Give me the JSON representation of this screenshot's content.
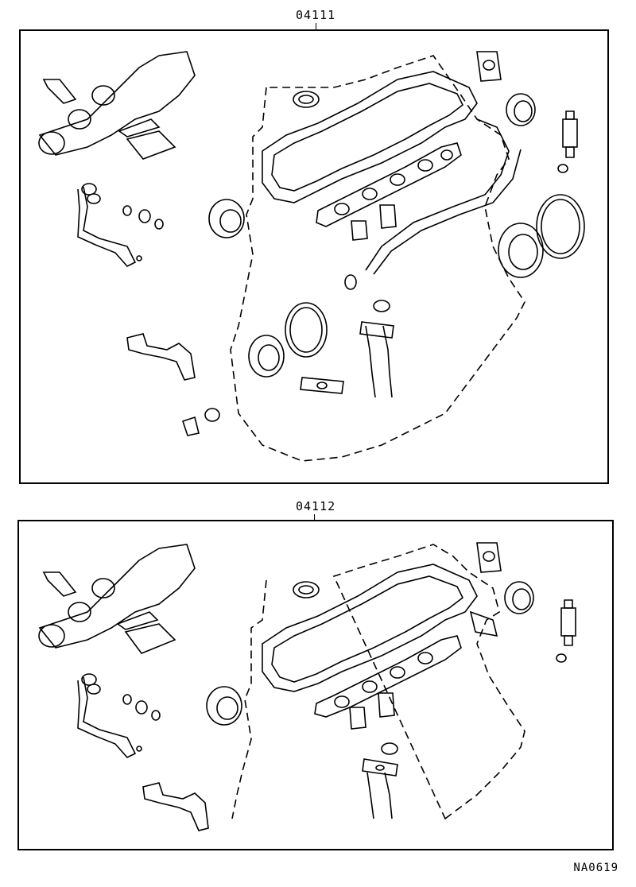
{
  "kits": [
    {
      "part_number": "04111"
    },
    {
      "part_number": "04112"
    }
  ],
  "figure_code": "NA0619"
}
